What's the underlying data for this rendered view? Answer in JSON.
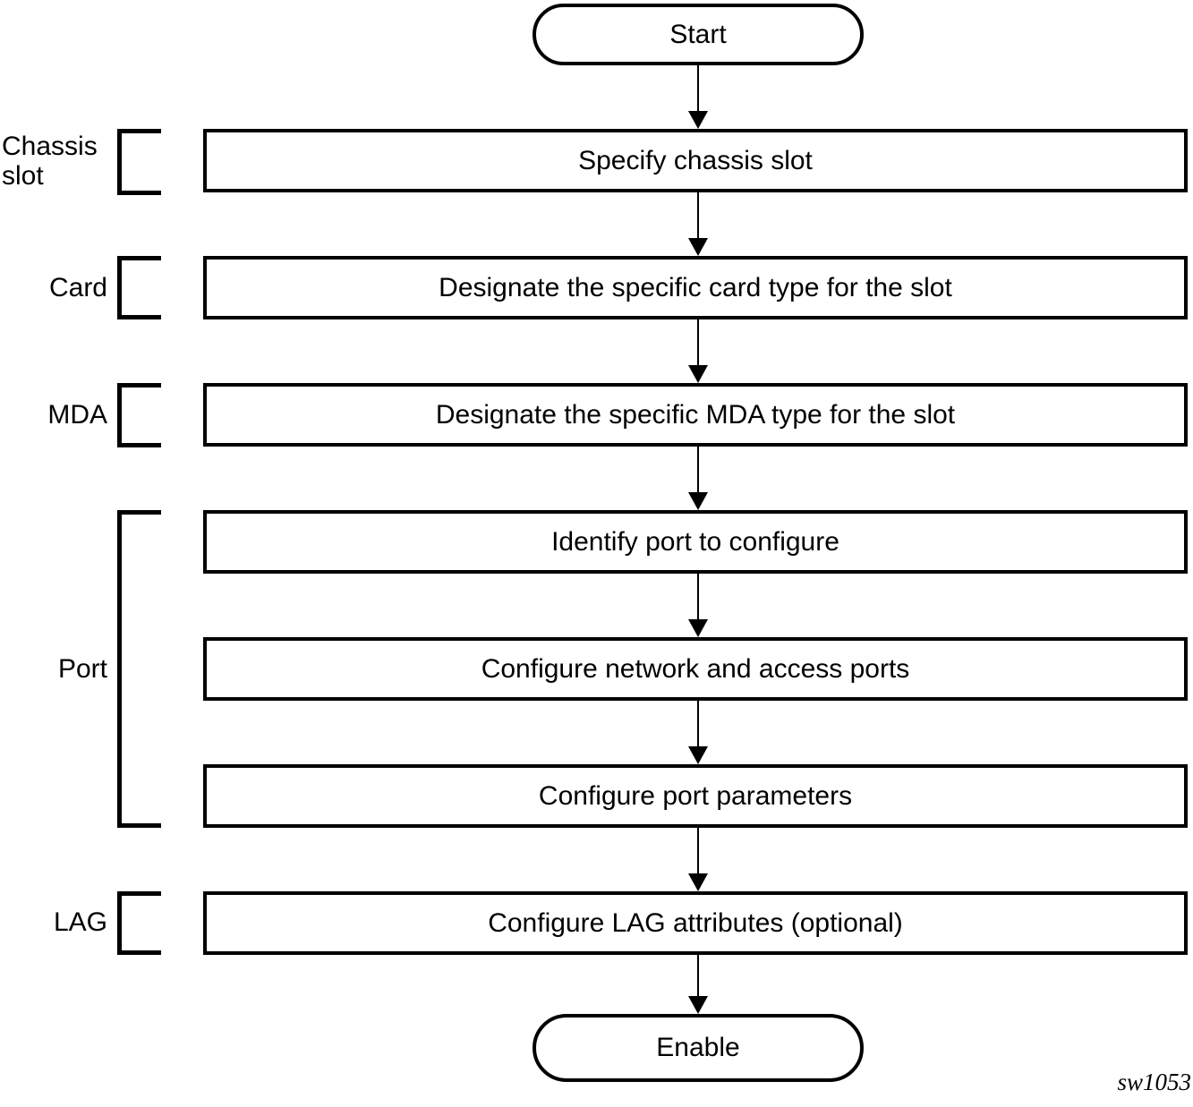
{
  "diagram": {
    "background": "#ffffff",
    "stroke_color": "#000000",
    "text_color": "#000000",
    "start_label": "Start",
    "end_label": "Enable",
    "steps": [
      {
        "group": "Chassis slot",
        "label": "Specify chassis slot"
      },
      {
        "group": "Card",
        "label": "Designate the specific card type for the slot"
      },
      {
        "group": "MDA",
        "label": "Designate the specific MDA type for the slot"
      },
      {
        "group": "Port",
        "label": "Identify port to configure"
      },
      {
        "group": "Port",
        "label": "Configure network and access ports"
      },
      {
        "group": "Port",
        "label": "Configure port parameters"
      },
      {
        "group": "LAG",
        "label": "Configure LAG attributes (optional)"
      }
    ],
    "group_labels": [
      {
        "label": "Chassis slot"
      },
      {
        "label": "Card"
      },
      {
        "label": "MDA"
      },
      {
        "label": "Port"
      },
      {
        "label": "LAG"
      }
    ],
    "figure_id": "sw1053"
  }
}
